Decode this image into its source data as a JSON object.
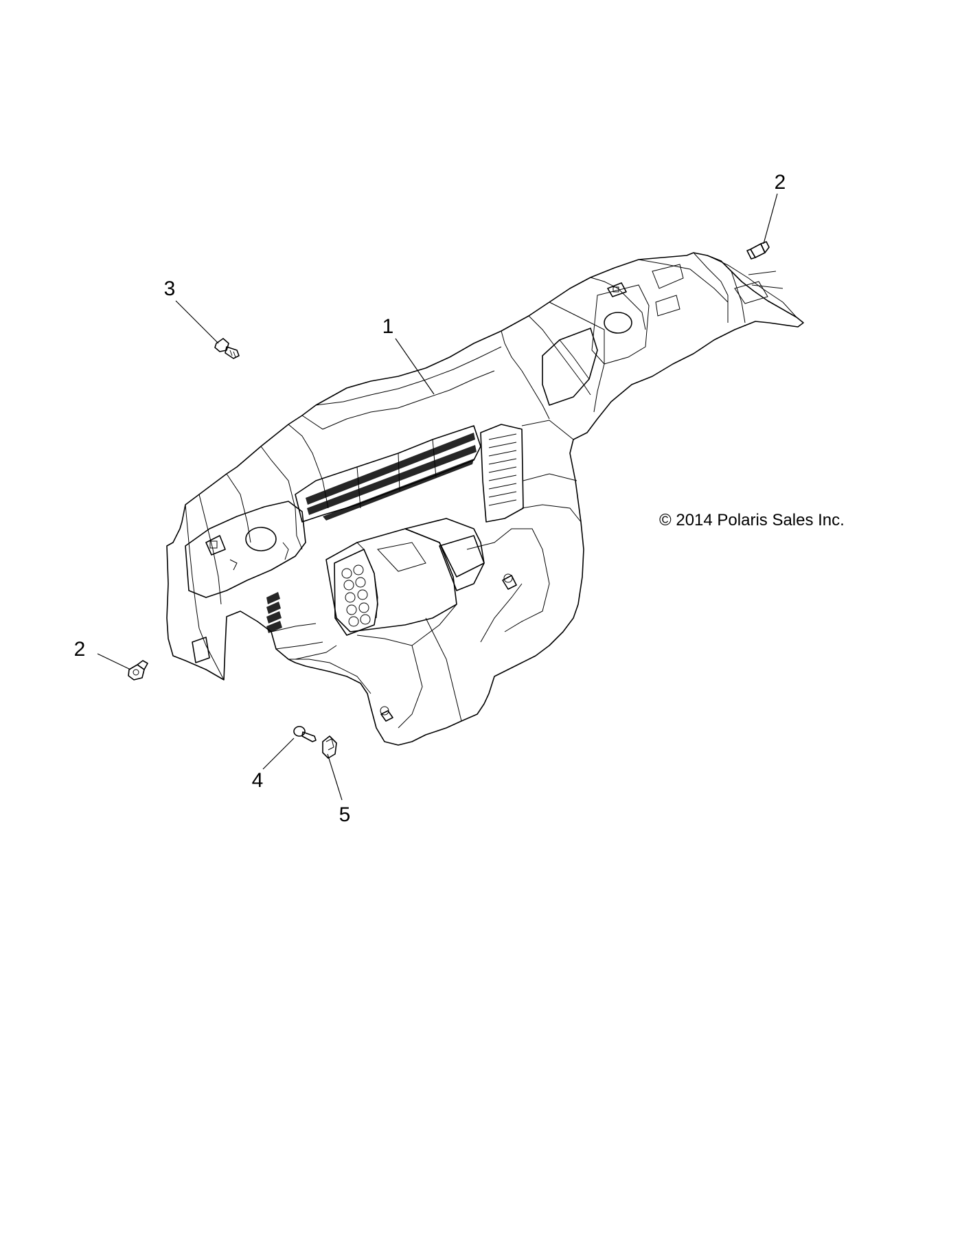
{
  "diagram": {
    "copyright": "© 2014 Polaris Sales Inc.",
    "callouts": [
      {
        "id": "c1",
        "label": "1"
      },
      {
        "id": "c2a",
        "label": "2"
      },
      {
        "id": "c2b",
        "label": "2"
      },
      {
        "id": "c3",
        "label": "3"
      },
      {
        "id": "c4",
        "label": "4"
      },
      {
        "id": "c5",
        "label": "5"
      }
    ]
  },
  "colors": {
    "line": "#000000",
    "background": "#ffffff"
  }
}
